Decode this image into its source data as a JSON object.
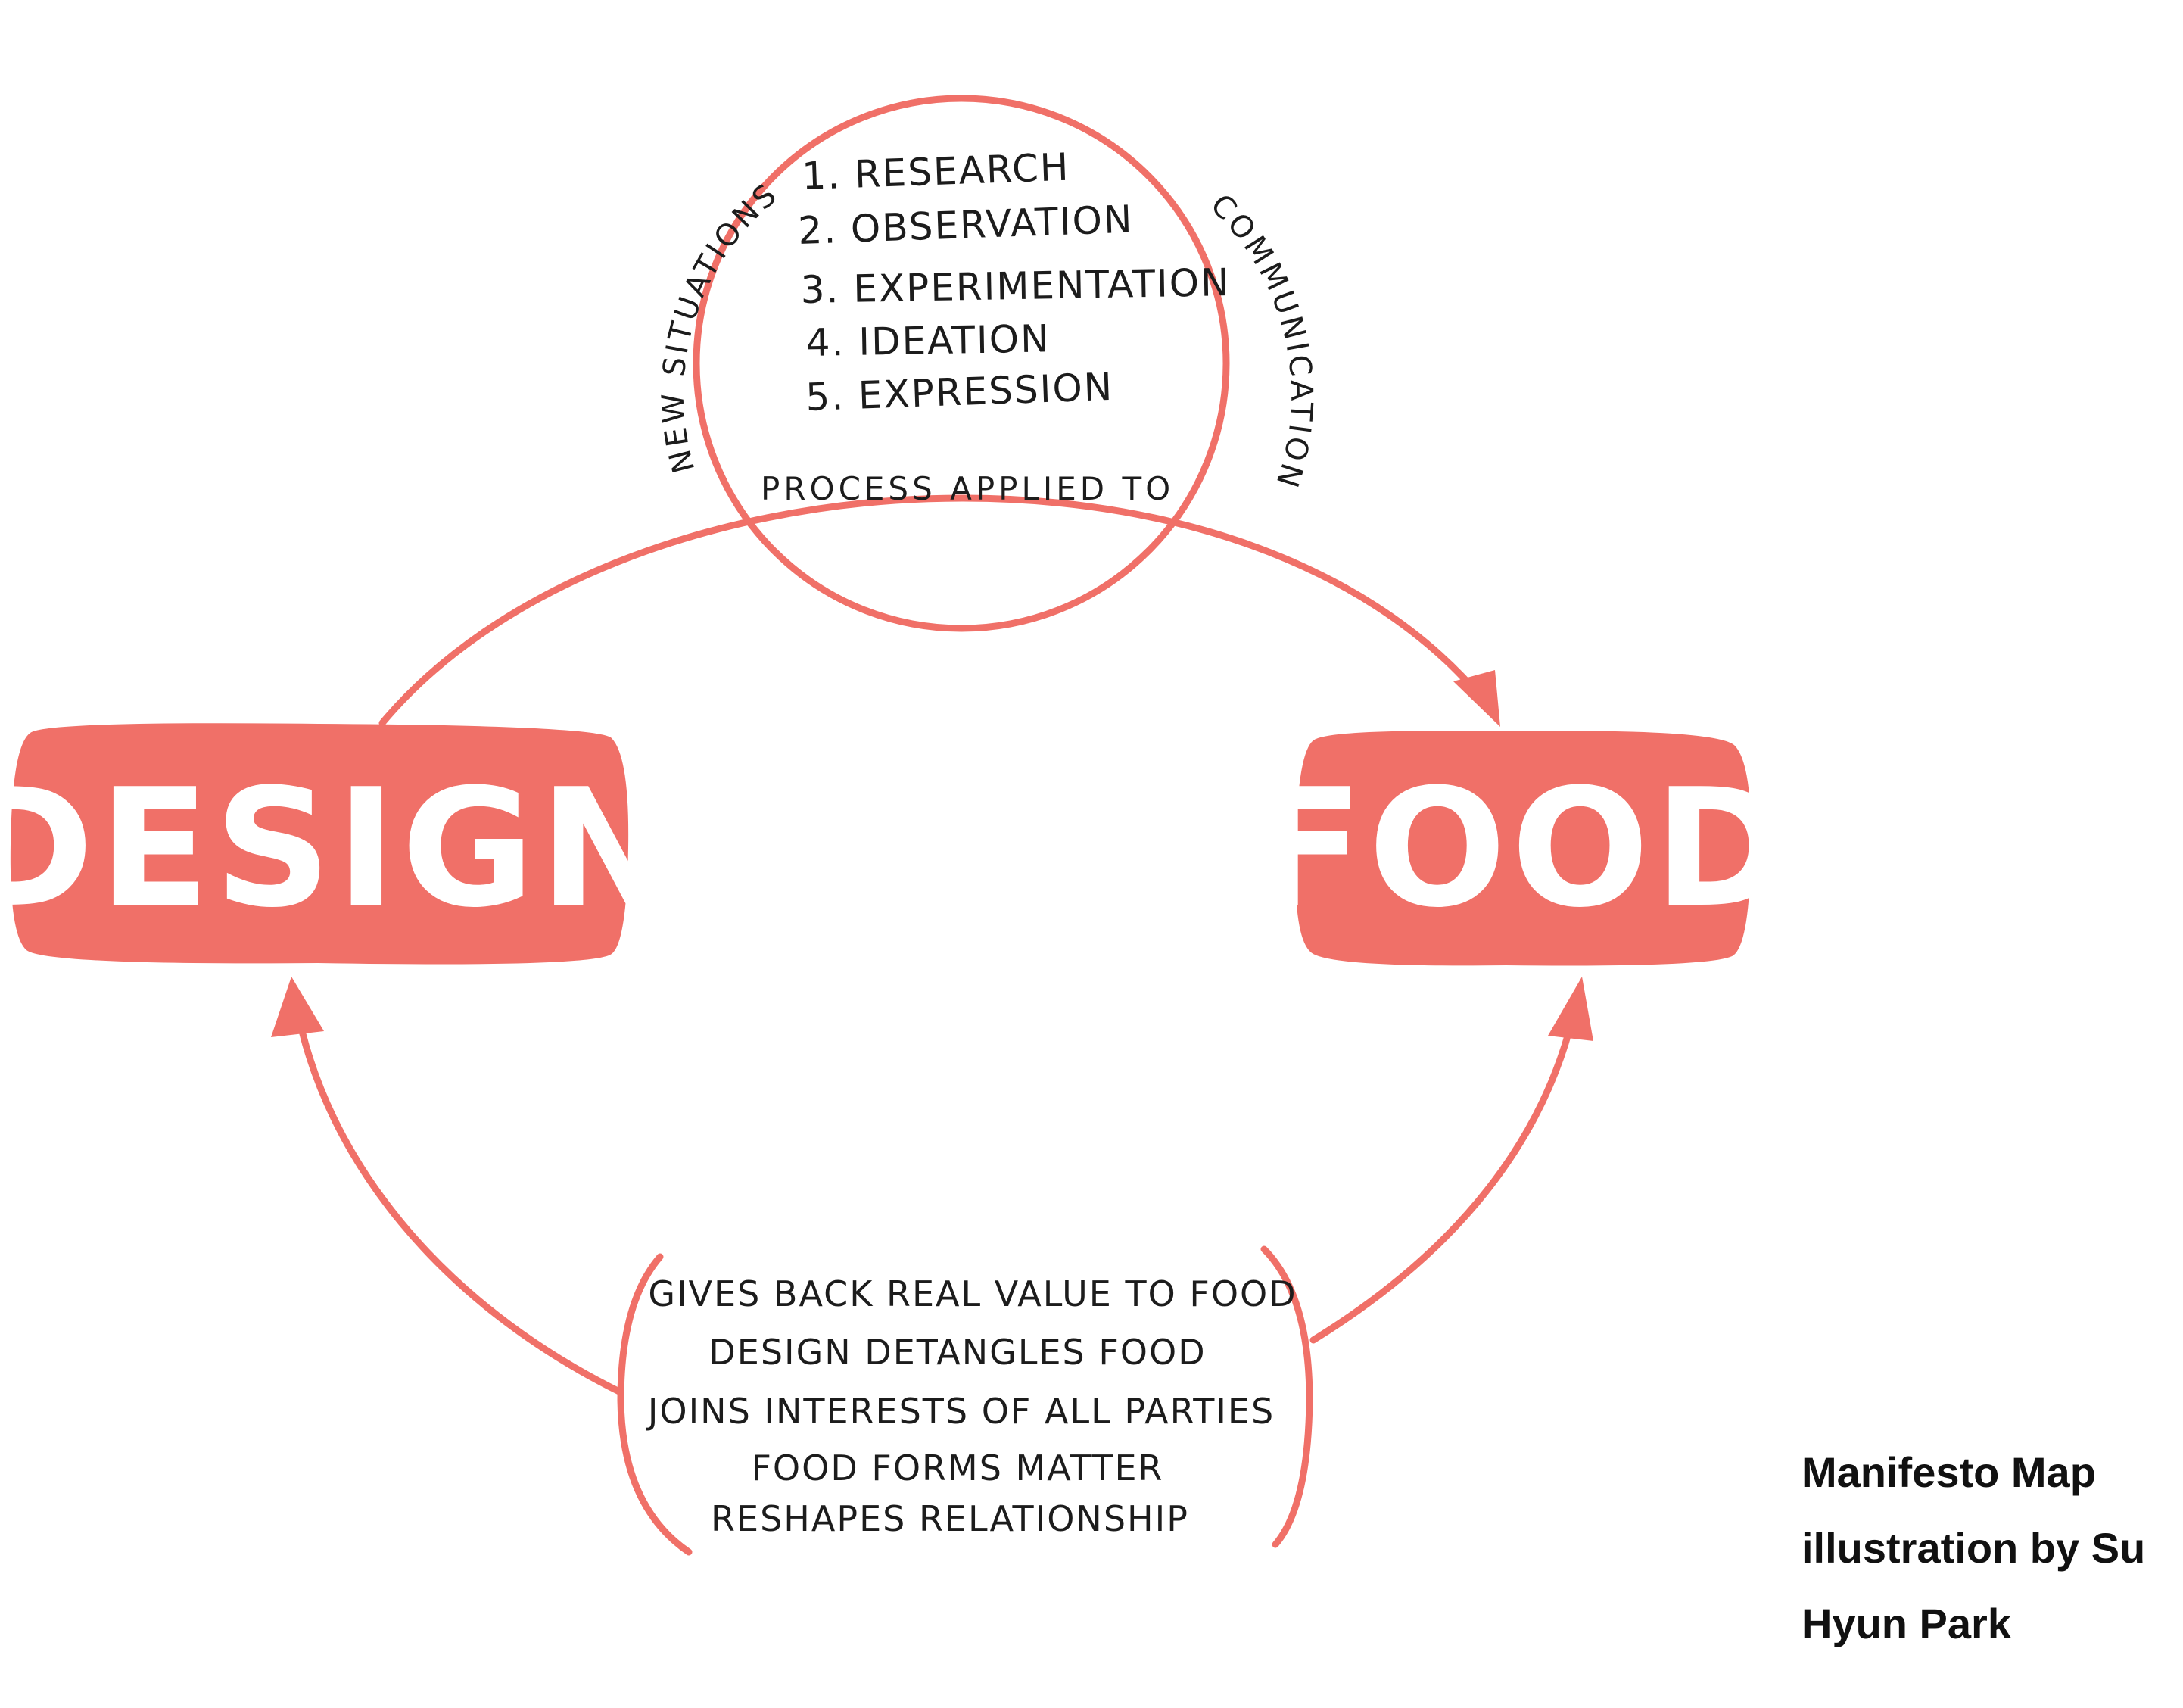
{
  "diagram": {
    "nodes": {
      "design": "DESIGN",
      "food": "FOOD"
    },
    "process_steps": [
      "1. RESEARCH",
      "2. OBSERVATION",
      "3. EXPERIMENTATION",
      "4. IDEATION",
      "5. EXPRESSION"
    ],
    "arc_left_label": "NEW SITUATIONS",
    "arc_right_label": "COMMUNICATION",
    "process_label": "PROCESS APPLIED TO",
    "outcomes": [
      "GIVES BACK REAL VALUE TO FOOD",
      "DESIGN DETANGLES FOOD",
      "JOINS INTERESTS OF ALL PARTIES",
      "FOOD FORMS MATTER",
      "RESHAPES RELATIONSHIP"
    ]
  },
  "caption": {
    "line1": "Manifesto Map",
    "line2": "illustration by Su",
    "line3": "Hyun Park"
  },
  "colors": {
    "accent": "#f07068",
    "ink": "#1c1c1c",
    "box_text": "#ffffff"
  }
}
